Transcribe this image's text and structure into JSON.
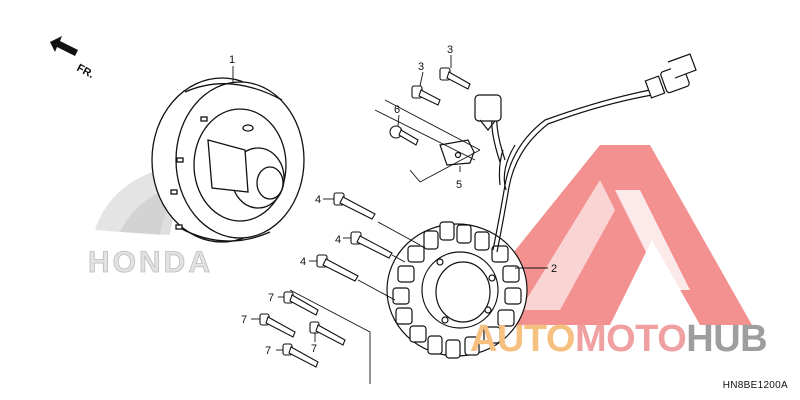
{
  "diagram": {
    "direction_label": "FR.",
    "callouts": {
      "c1": "1",
      "c2": "2",
      "c3a": "3",
      "c3b": "3",
      "c4a": "4",
      "c4b": "4",
      "c4c": "4",
      "c5": "5",
      "c6": "6",
      "c7a": "7",
      "c7b": "7",
      "c7c": "7",
      "c7d": "7"
    },
    "diagram_code": "HN8BE1200A"
  },
  "watermark": {
    "honda_text": "HONDA",
    "auto": "AUTO",
    "moto": "MOTO",
    "hub": "HUB",
    "colors": {
      "triangle": "#f07070",
      "auto": "#f5c080",
      "moto": "#f0a0a0",
      "hub": "#9e9e9e"
    }
  },
  "icons": [
    "arrow-fr-icon",
    "honda-logo-icon",
    "automotohub-logo-icon"
  ]
}
